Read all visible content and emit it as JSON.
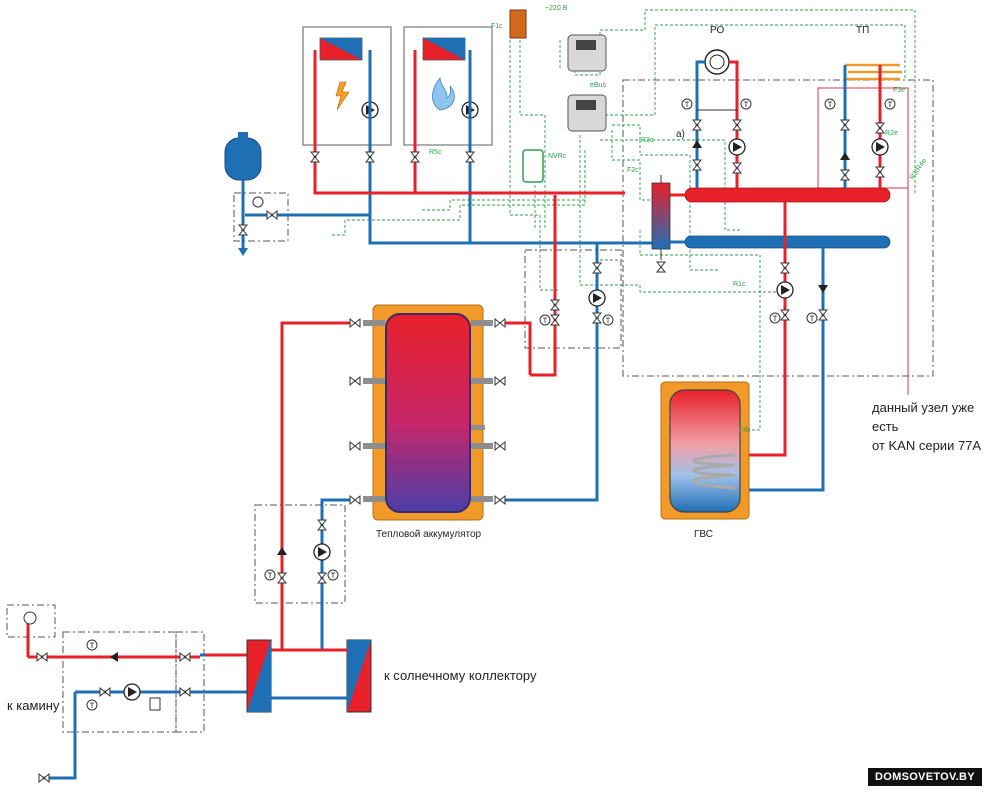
{
  "labels": {
    "po": "РО",
    "tp": "ТП",
    "f1c": "F1c",
    "volt": "~220 В",
    "nvrc": "NVRc",
    "r2c": "R2c",
    "a_mark": "а)",
    "f2c": "F2c",
    "r5c": "R5c",
    "r1c": "R1c",
    "f4c": "F4c",
    "r2e": "R2e",
    "r3r4e": "R3/R4e",
    "f3e": "F3e",
    "ebus": "eBus",
    "tank": "Тепловой аккумулятор",
    "dhw": "ГВС",
    "fireplace": "к камину",
    "solar": "к солнечному коллектору",
    "t_mark": "T"
  },
  "note": {
    "line1": "данный узел уже есть",
    "line2": "от KAN серии 77А"
  },
  "watermark": "DOMSOVETOV.BY",
  "colors": {
    "hot": "#e8202a",
    "cold": "#1f6fb5",
    "signal": "#2aa14a",
    "tank_jacket": "#f19a2a",
    "boundary": "#555555",
    "note_line": "#d9334a"
  }
}
